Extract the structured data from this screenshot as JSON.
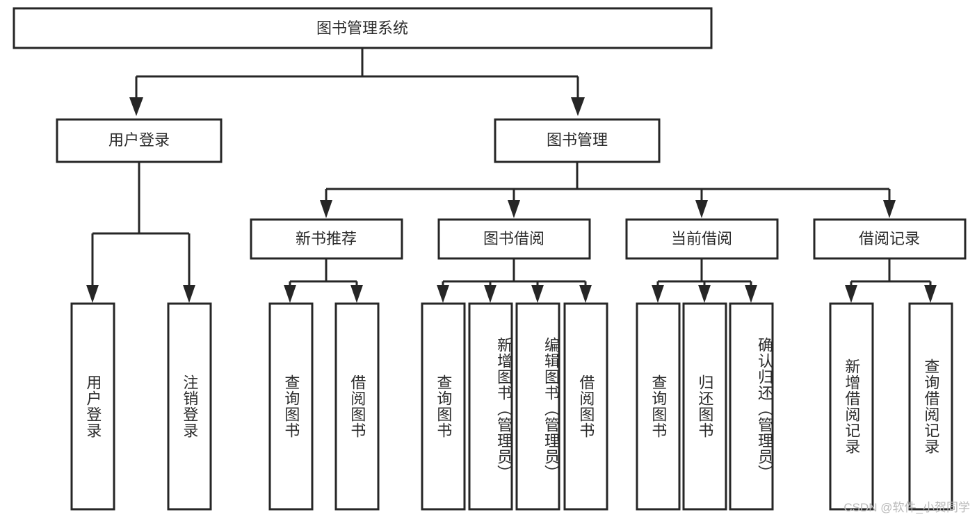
{
  "diagram": {
    "type": "tree-hierarchy",
    "orientation": "top-down",
    "root": {
      "label": "图书管理系统"
    },
    "level2": [
      {
        "label": "用户登录"
      },
      {
        "label": "图书管理"
      }
    ],
    "level3": [
      {
        "label": "新书推荐"
      },
      {
        "label": "图书借阅"
      },
      {
        "label": "当前借阅"
      },
      {
        "label": "借阅记录"
      }
    ],
    "leaves": {
      "user_login": [
        {
          "label": "用户登录"
        },
        {
          "label": "注销登录"
        }
      ],
      "new_book_recommend": [
        {
          "label": "查询图书"
        },
        {
          "label": "借阅图书"
        }
      ],
      "book_borrow": [
        {
          "label": "查询图书"
        },
        {
          "label": "新增图书（管理员）"
        },
        {
          "label": "编辑图书（管理员）"
        },
        {
          "label": "借阅图书"
        }
      ],
      "current_borrow": [
        {
          "label": "查询图书"
        },
        {
          "label": "归还图书"
        },
        {
          "label": "确认归还（管理员）"
        }
      ],
      "borrow_record": [
        {
          "label": "新增借阅记录"
        },
        {
          "label": "查询借阅记录"
        }
      ]
    },
    "colors": {
      "stroke": "#262626",
      "fill": "#ffffff",
      "text": "#2b2b2b",
      "watermark": "#b9b9b9"
    }
  },
  "watermark": {
    "text": "CSDN @软件_小贺同学"
  }
}
